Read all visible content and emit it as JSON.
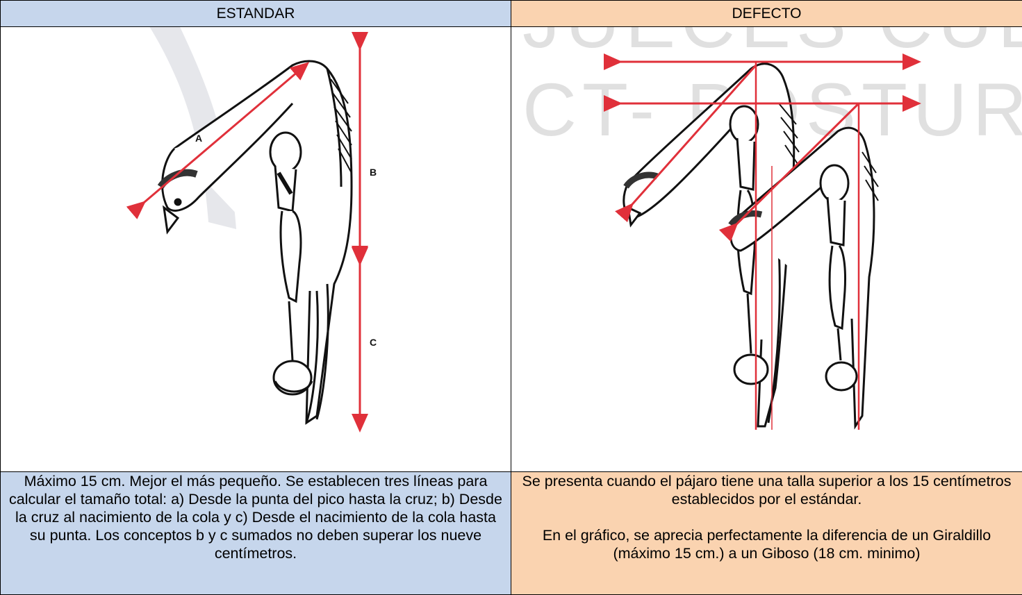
{
  "headers": {
    "left": "ESTANDAR",
    "right": "DEFECTO"
  },
  "watermark": {
    "line1": "JUECES CUE",
    "line2": "CT- POSTURA"
  },
  "figure_left": {
    "label_a": "A",
    "label_b": "B",
    "label_c": "C"
  },
  "text": {
    "left": "Máximo 15 cm. Mejor el más pequeño. Se establecen tres líneas para calcular el tamaño total: a) Desde la punta del pico hasta la cruz; b) Desde la cruz al nacimiento de la cola y c) Desde el nacimiento de la cola hasta su punta. Los conceptos b y c sumados no deben superar los nueve centímetros.",
    "right_p1": "Se presenta cuando el pájaro tiene una talla superior a los 15  centímetros establecidos por el estándar.",
    "right_p2": "En el gráfico, se aprecia perfectamente la diferencia de un Giraldillo (máximo 15 cm.) a un Giboso (18 cm. minimo)"
  },
  "colors": {
    "header_left": "#c6d6ec",
    "header_right": "#fad3b0",
    "arrow_red": "#e0303a",
    "watermark": "#c8c8c8"
  }
}
